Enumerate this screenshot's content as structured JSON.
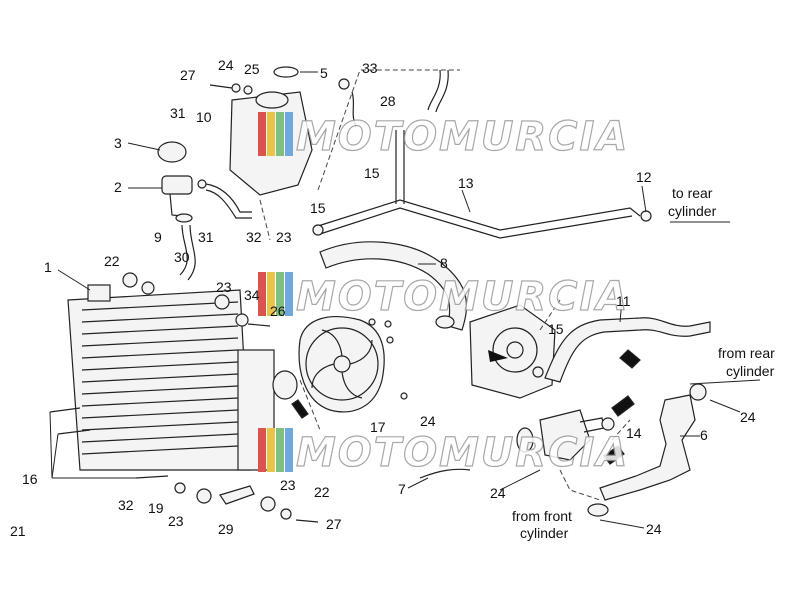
{
  "diagram": {
    "callouts": [
      "1",
      "2",
      "3",
      "5",
      "6",
      "7",
      "8",
      "9",
      "10",
      "11",
      "12",
      "13",
      "14",
      "15",
      "15",
      "15",
      "16",
      "17",
      "19",
      "22",
      "22",
      "23",
      "23",
      "23",
      "23",
      "24",
      "24",
      "24",
      "24",
      "24",
      "25",
      "26",
      "27",
      "27",
      "28",
      "29",
      "30",
      "31",
      "31",
      "32",
      "32",
      "33",
      "34",
      "21"
    ],
    "notes": {
      "to_rear_1": "to rear",
      "to_rear_2": "cylinder",
      "from_rear_1": "from rear",
      "from_rear_2": "cylinder",
      "from_front_1": "from front",
      "from_front_2": "cylinder"
    },
    "watermark": "MOTOMURCIA"
  },
  "colors": {
    "line": "#222222",
    "flag_red": "#d9534f",
    "flag_yellow": "#e8c547",
    "flag_green": "#7fbf7f",
    "flag_blue": "#6fa8dc"
  }
}
